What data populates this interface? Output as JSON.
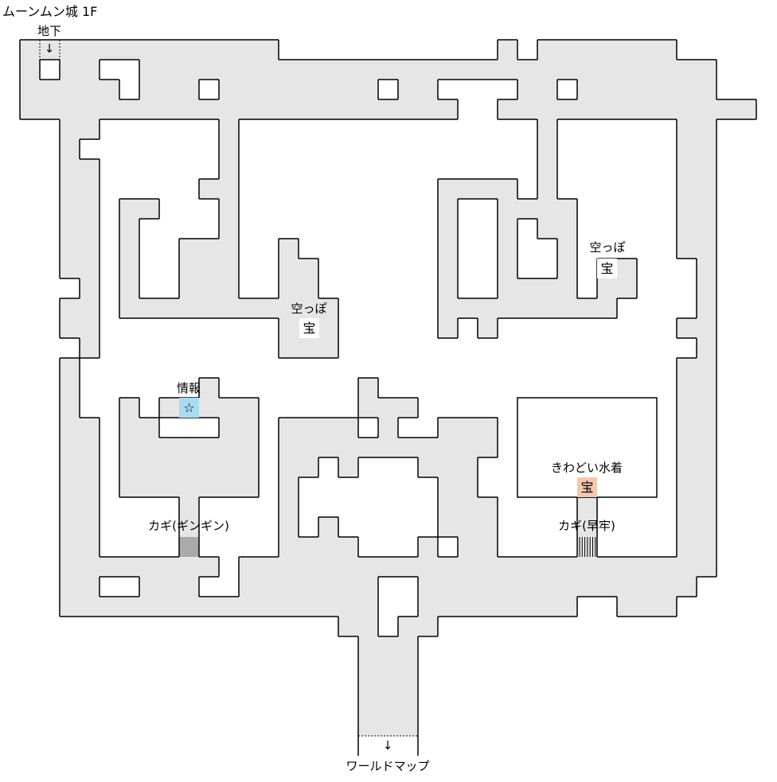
{
  "map": {
    "title": "ムーンムン城 1F",
    "floor_color": "#e6e6e6",
    "locked_door_color": "#aaaaaa",
    "info_color": "#a9dcf2",
    "treasure_color": "#f4c7b0"
  },
  "labels": {
    "basement": "地下",
    "basement_arrow": "↓",
    "empty_1": "空っぽ",
    "empty_2": "空っぽ",
    "treasure_symbol": "宝",
    "info": "情報",
    "info_star": "☆",
    "swimsuit": "きわどい水着",
    "key_ginginn": "カギ(ギンギン)",
    "key_jail": "カギ(早牢)",
    "world_map": "ワールドマップ",
    "world_arrow": "↓"
  }
}
